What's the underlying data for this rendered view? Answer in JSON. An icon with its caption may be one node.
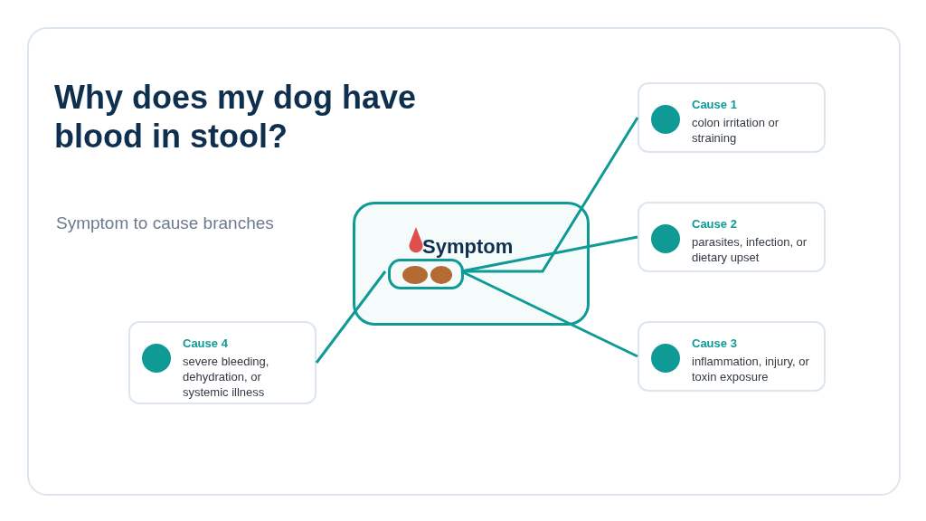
{
  "diagram": {
    "title": "Why does my dog have blood in stool?",
    "nodes": [
      {
        "text": [
          "Symptom"
        ]
      },
      {
        "text": [],
        "shape": "box",
        "in": 0
      },
      {
        "text": [
          "Cause 1",
          "colon irritation or straining"
        ]
      },
      {
        "text": [
          "Cause 2",
          "parasites, infection, or dietary upset"
        ]
      },
      {
        "text": [
          "Cause 3",
          "inflammation, injury, or toxin exposure"
        ]
      },
      {
        "text": [
          "Cause 4",
          "severe bleeding, dehydration, or systemic illness"
        ]
      }
    ],
    "edges": [
      {
        "from": 1,
        "to": 2,
        "arrow": "none"
      },
      {
        "from": 1,
        "to": 3,
        "arrow": "none"
      },
      {
        "from": 1,
        "to": 4,
        "arrow": "none"
      },
      {
        "from": 1,
        "to": 5,
        "arrow": "none"
      }
    ],
    "labels": [
      "Symptom to cause branches"
    ]
  }
}
